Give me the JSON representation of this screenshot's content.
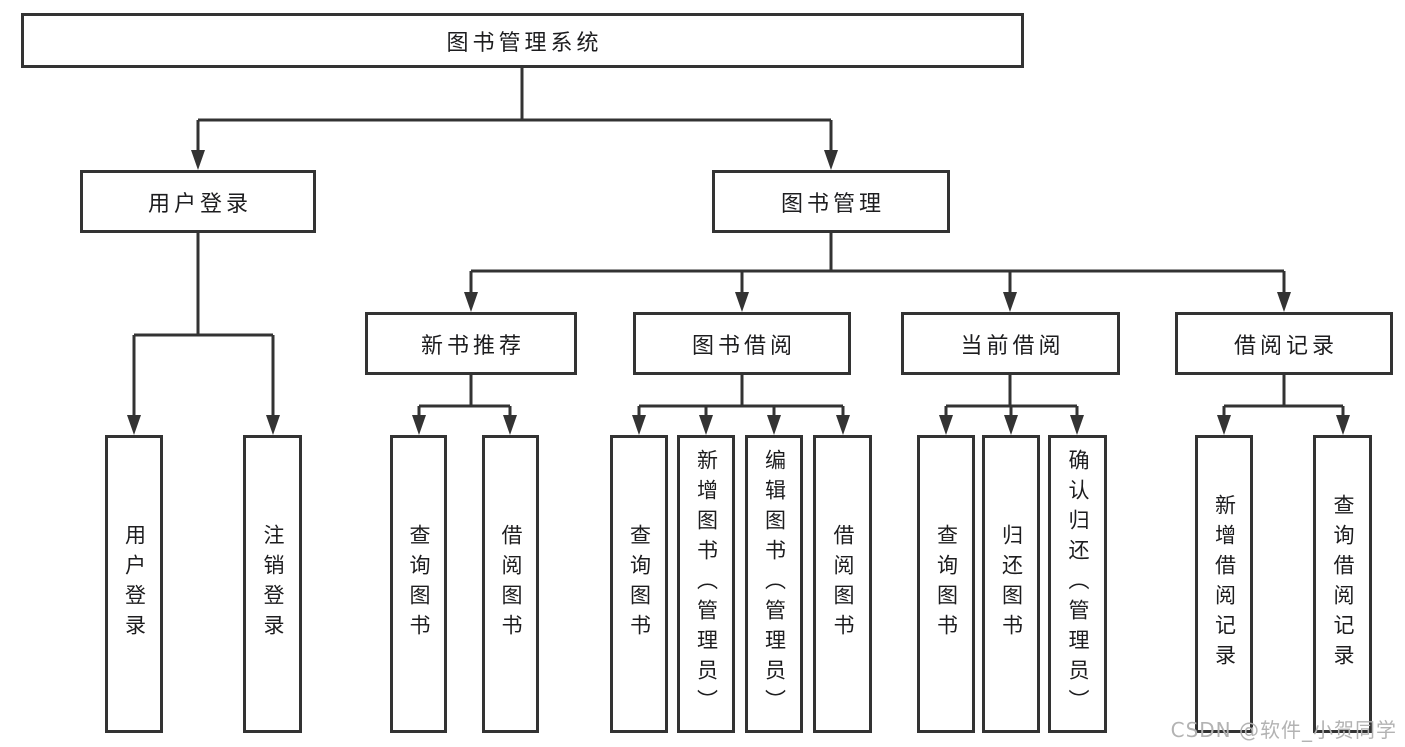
{
  "diagram": {
    "colors": {
      "background": "#ffffff",
      "line": "#333333",
      "box_border": "#333333",
      "text": "#1d1d1f",
      "watermark": "#b3b3b3"
    },
    "root": {
      "label": "图书管理系统"
    },
    "level2": {
      "user_login": {
        "label": "用户登录"
      },
      "book_management": {
        "label": "图书管理"
      }
    },
    "level3": {
      "new_book_recommend": {
        "label": "新书推荐"
      },
      "book_borrowing": {
        "label": "图书借阅"
      },
      "current_borrowing": {
        "label": "当前借阅"
      },
      "borrowing_records": {
        "label": "借阅记录"
      }
    },
    "leaves": {
      "user_login": {
        "label": "用户登录"
      },
      "logout": {
        "label": "注销登录"
      },
      "recommend_query_books": {
        "label": "查询图书"
      },
      "recommend_borrow_books": {
        "label": "借阅图书"
      },
      "borrowing_query_books": {
        "label": "查询图书"
      },
      "borrowing_add_books": {
        "label": "新增图书（管理员）"
      },
      "borrowing_edit_books": {
        "label": "编辑图书（管理员）"
      },
      "borrowing_borrow_books": {
        "label": "借阅图书"
      },
      "current_query_books": {
        "label": "查询图书"
      },
      "current_return_books": {
        "label": "归还图书"
      },
      "current_confirm_return": {
        "label": "确认归还（管理员）"
      },
      "records_add_borrowing": {
        "label": "新增借阅记录"
      },
      "records_query_borrowing": {
        "label": "查询借阅记录"
      }
    },
    "watermark": {
      "text": "CSDN @软件_小贺同学"
    }
  }
}
